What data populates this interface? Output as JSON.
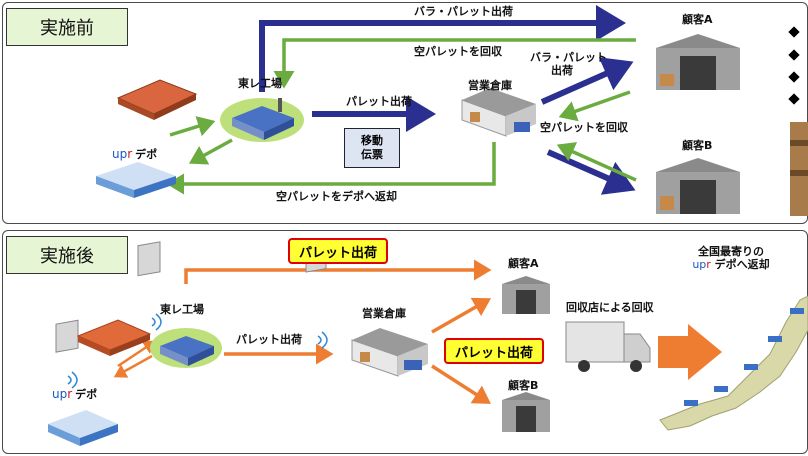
{
  "before": {
    "tag": "実施前",
    "factory": "東レ工場",
    "warehouse": "営業倉庫",
    "depot": "デポ",
    "logo": {
      "u": "up",
      "r": "r"
    },
    "customer_a": "顧客A",
    "customer_b": "顧客B",
    "memo_line1": "移動",
    "memo_line2": "伝票",
    "arrow_bara_top": "バラ・パレット出荷",
    "arrow_empty_top": "空パレットを回収",
    "arrow_pallet": "パレット出荷",
    "arrow_bara_mid_1": "バラ・パレット",
    "arrow_bara_mid_2": "出荷",
    "arrow_empty_mid": "空パレットを回収",
    "arrow_return_depot": "空パレットをデポへ返却"
  },
  "after": {
    "tag": "実施後",
    "factory": "東レ工場",
    "warehouse": "営業倉庫",
    "depot": "デポ",
    "logo": {
      "u": "up",
      "r": "r"
    },
    "customer_a": "顧客A",
    "customer_b": "顧客B",
    "callout_top": "パレット出荷",
    "callout_mid": "パレット出荷",
    "arrow_pallet": "パレット出荷",
    "collection": "回収店による回収",
    "return_line1": "全国最寄りの",
    "return_line2": "デポへ返却"
  },
  "colors": {
    "navy": "#2b2f8f",
    "green": "#6aac3f",
    "orange": "#ee7d31",
    "panel_border": "#4a4a4a",
    "tag_bg": "#e6f5d4"
  }
}
